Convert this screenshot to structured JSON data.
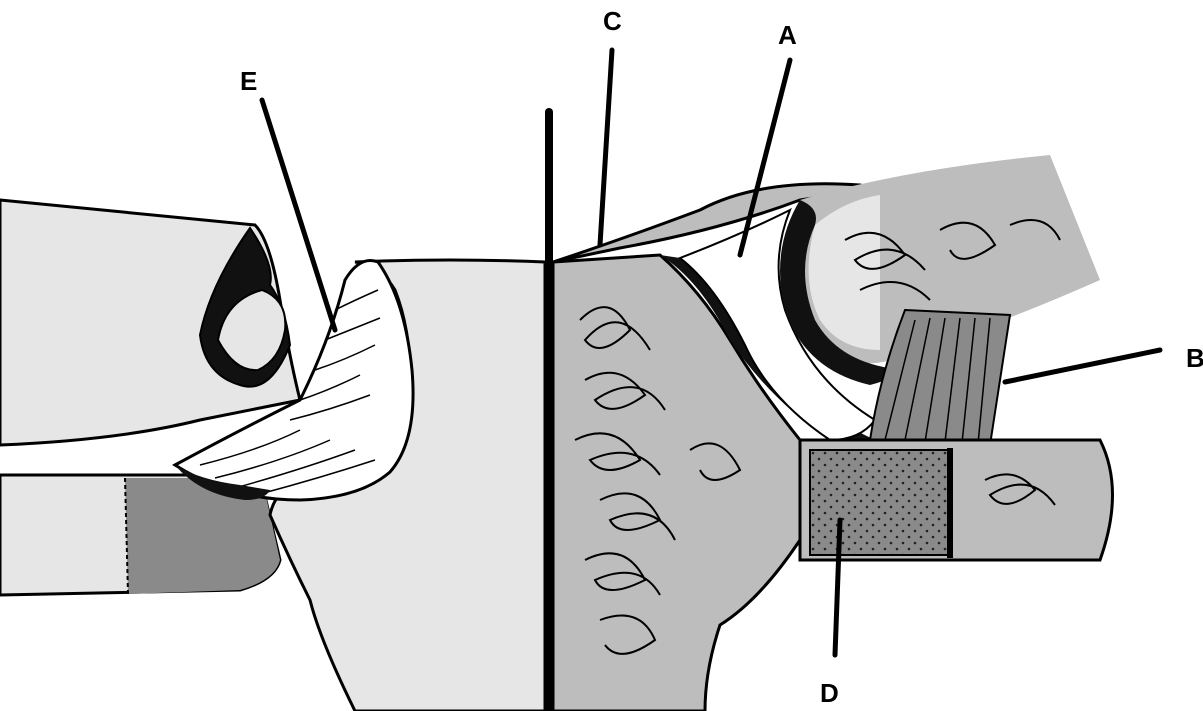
{
  "labels": {
    "a": "A",
    "b": "B",
    "c": "C",
    "d": "D",
    "e": "E"
  },
  "colors": {
    "ink": "#000000",
    "light_tissue": "#e6e6e6",
    "mid_bone": "#bdbdbd",
    "dark_tissue": "#8a8a8a",
    "white_space": "#ffffff"
  }
}
